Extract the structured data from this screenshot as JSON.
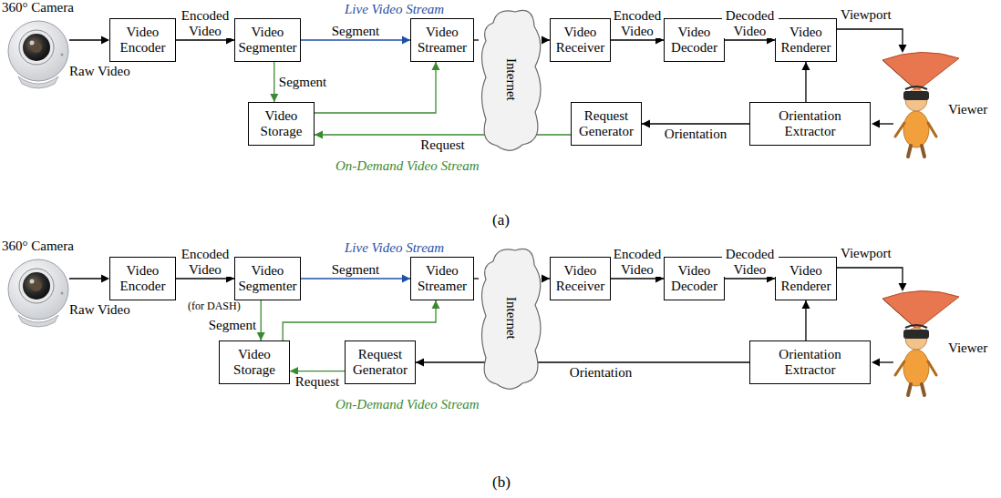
{
  "diagram": {
    "nodes": [
      {
        "text": [
          "Video Encoder"
        ]
      },
      {
        "text": [
          "Video Segmenter"
        ]
      },
      {
        "text": [
          "Video Streamer"
        ]
      },
      {
        "text": [
          "Internet"
        ]
      },
      {
        "text": [
          "Video Receiver"
        ]
      },
      {
        "text": [
          "Video Decoder"
        ]
      },
      {
        "text": [
          "Video Renderer"
        ]
      },
      {
        "text": [
          "Video Storage"
        ]
      },
      {
        "text": [
          "Request Generator"
        ]
      },
      {
        "text": [
          "Orientation Extractor"
        ]
      },
      {
        "text": [
          "Video Encoder"
        ]
      },
      {
        "text": [
          "Video Segmenter"
        ]
      },
      {
        "text": [
          "Video Streamer"
        ]
      },
      {
        "text": [
          "Internet"
        ]
      },
      {
        "text": [
          "Video Receiver"
        ]
      },
      {
        "text": [
          "Video Decoder"
        ]
      },
      {
        "text": [
          "Video Renderer"
        ]
      },
      {
        "text": [
          "Video Storage"
        ]
      },
      {
        "text": [
          "Request Generator"
        ]
      },
      {
        "text": [
          "Orientation Extractor"
        ]
      }
    ],
    "edges": [
      {
        "from": 0,
        "to": 1,
        "arrow": "to",
        "label": "Encoded Video"
      },
      {
        "from": 1,
        "to": 2,
        "arrow": "to",
        "label": "Segment"
      },
      {
        "from": 1,
        "to": 7,
        "arrow": "to",
        "label": "Segment"
      },
      {
        "from": 7,
        "to": 2,
        "arrow": "to"
      },
      {
        "from": 2,
        "to": 3,
        "arrow": "none"
      },
      {
        "from": 3,
        "to": 4,
        "arrow": "to"
      },
      {
        "from": 4,
        "to": 5,
        "arrow": "to",
        "label": "Encoded Video"
      },
      {
        "from": 5,
        "to": 6,
        "arrow": "to",
        "label": "Decoded Video"
      },
      {
        "from": 9,
        "to": 6,
        "arrow": "to"
      },
      {
        "from": 9,
        "to": 8,
        "arrow": "to",
        "label": "Orientation"
      },
      {
        "from": 8,
        "to": 7,
        "arrow": "to",
        "label": "Request"
      },
      {
        "from": 10,
        "to": 11,
        "arrow": "to",
        "label": "Encoded Video"
      },
      {
        "from": 11,
        "to": 12,
        "arrow": "to",
        "label": "Segment"
      },
      {
        "from": 11,
        "to": 17,
        "arrow": "to",
        "label": "Segment"
      },
      {
        "from": 17,
        "to": 12,
        "arrow": "to"
      },
      {
        "from": 12,
        "to": 13,
        "arrow": "none"
      },
      {
        "from": 13,
        "to": 14,
        "arrow": "to"
      },
      {
        "from": 14,
        "to": 15,
        "arrow": "to",
        "label": "Encoded Video"
      },
      {
        "from": 15,
        "to": 16,
        "arrow": "to",
        "label": "Decoded Video"
      },
      {
        "from": 19,
        "to": 16,
        "arrow": "to"
      },
      {
        "from": 19,
        "to": 18,
        "arrow": "to",
        "label": "Orientation"
      },
      {
        "from": 18,
        "to": 17,
        "arrow": "to",
        "label": "Request"
      }
    ],
    "labels": [
      "360° Camera",
      "Raw Video",
      "Live Video Stream",
      "On-Demand Video Stream",
      "Viewport",
      "Viewer",
      "(a)",
      "360° Camera",
      "Raw Video",
      "Live Video Stream",
      "(for DASH)",
      "On-Demand Video Stream",
      "Viewport",
      "Viewer",
      "(b)"
    ]
  }
}
